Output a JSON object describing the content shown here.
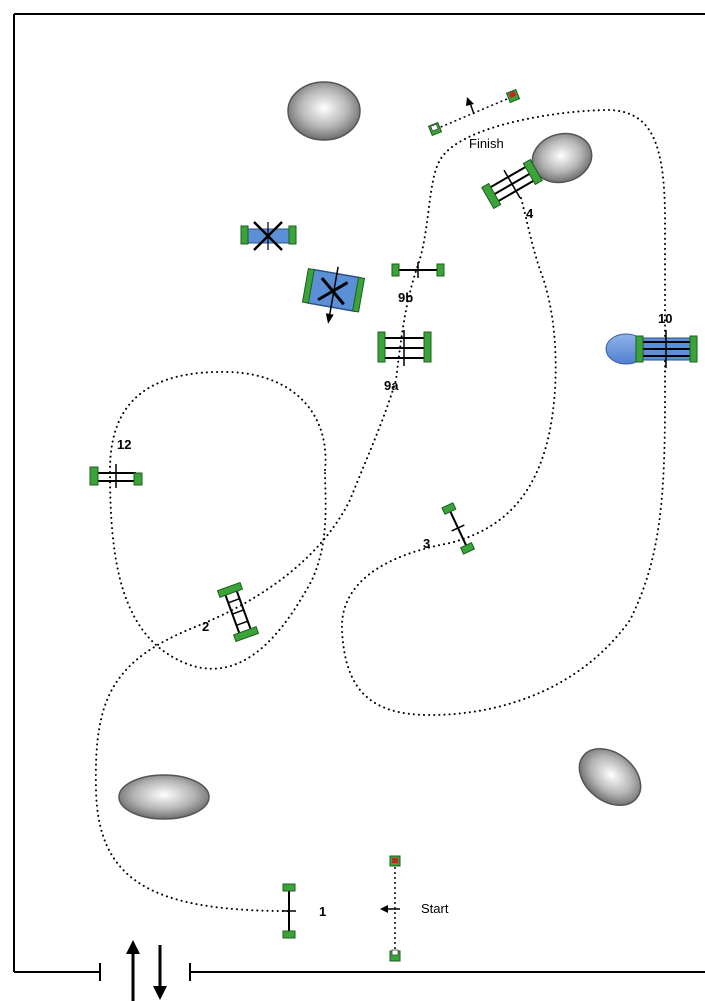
{
  "course": {
    "start_label": "Start",
    "finish_label": "Finish"
  },
  "obstacles": {
    "o1": "1",
    "o2": "2",
    "o3": "3",
    "o4": "4",
    "o9a": "9a",
    "o9b": "9b",
    "o10": "10",
    "o12": "12"
  },
  "colors": {
    "ring_border": "#000000",
    "pole_green": "#3aa43a",
    "pole_red": "#cc2222",
    "water_blue": "#5b8fd6",
    "obstacle_gray": "#9a9a9a"
  },
  "icons": {
    "entrance_in": "arrow-up-icon",
    "entrance_out": "arrow-down-icon",
    "direction": "arrow-left-icon"
  }
}
